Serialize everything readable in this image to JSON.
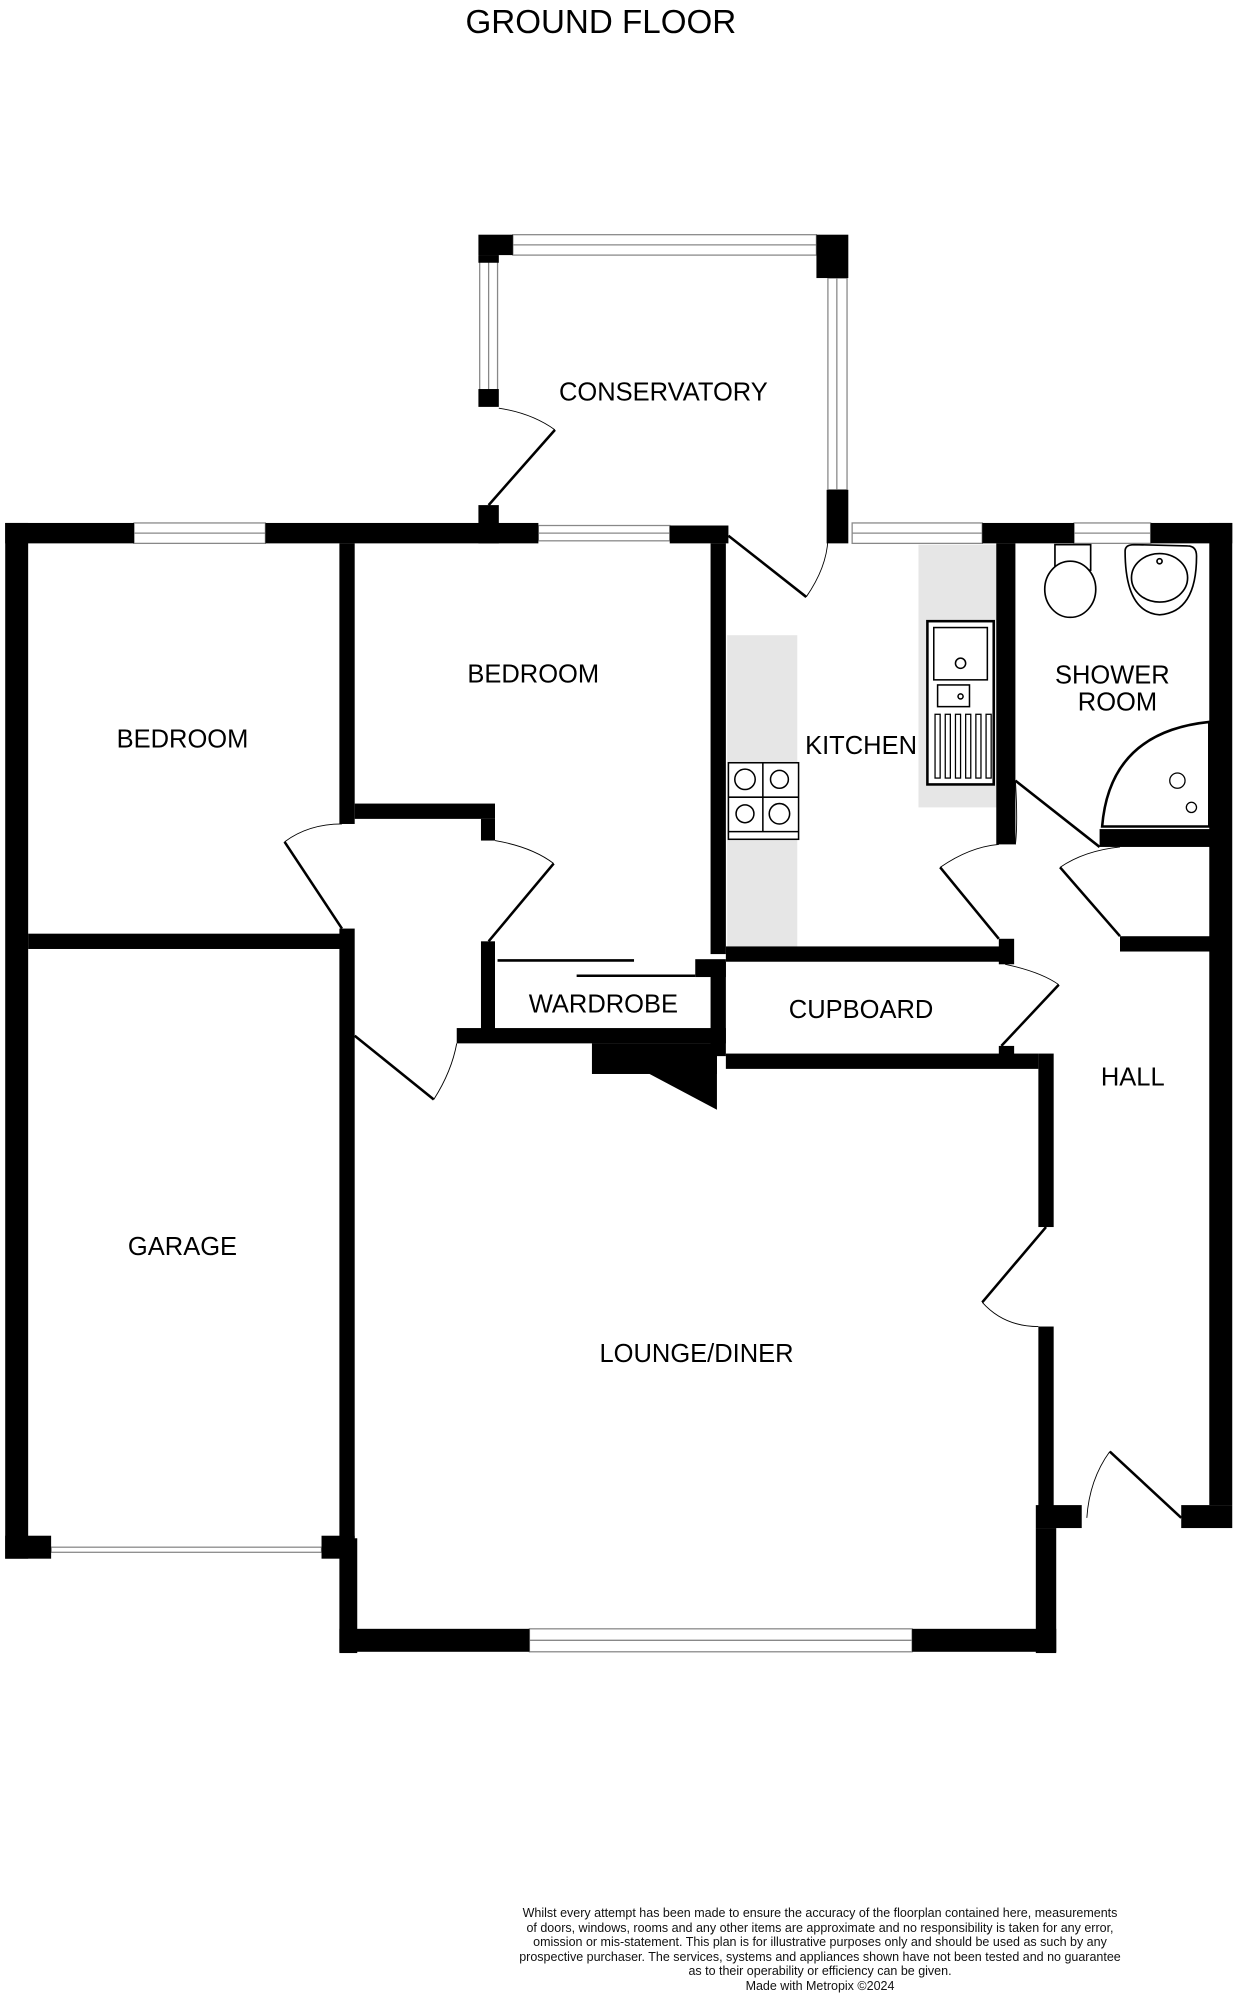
{
  "title": "GROUND FLOOR",
  "rooms": {
    "conservatory": "CONSERVATORY",
    "bedroom_left": "BEDROOM",
    "bedroom_middle": "BEDROOM",
    "kitchen": "KITCHEN",
    "shower_room_line1": "SHOWER",
    "shower_room_line2": "ROOM",
    "wardrobe": "WARDROBE",
    "cupboard": "CUPBOARD",
    "hall": "HALL",
    "garage": "GARAGE",
    "lounge_diner": "LOUNGE/DINER"
  },
  "disclaimer": {
    "lines": [
      "Whilst every attempt has been made to ensure the accuracy of the floorplan contained here, measurements",
      "of doors, windows, rooms and any other items are approximate and no responsibility is taken for any error,",
      "omission or mis-statement. This plan is for illustrative purposes only and should be used as such by any",
      "prospective purchaser. The services, systems and appliances shown have not been tested and no guarantee",
      "as to their operability or efficiency can be given."
    ],
    "credit": "Made with Metropix ©2024"
  },
  "colors": {
    "wall": "#000000",
    "worktop": "#e6e6e6",
    "window": "#888888"
  }
}
